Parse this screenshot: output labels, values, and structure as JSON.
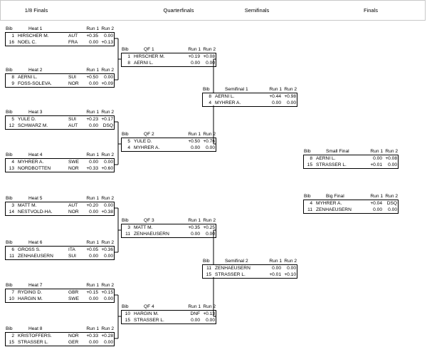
{
  "rounds": [
    "1/8 Finals",
    "Quarterfinals",
    "Semifinals",
    "Finals"
  ],
  "cols": {
    "bib": "Bib",
    "run1": "Run 1",
    "run2": "Run 2"
  },
  "heats": [
    {
      "title": "Heat 1",
      "rows": [
        {
          "bib": "1",
          "name": "HIRSCHER M.",
          "nat": "AUT",
          "r1": "+0.35",
          "r2": "0.00"
        },
        {
          "bib": "16",
          "name": "NOEL C.",
          "nat": "FRA",
          "r1": "0.00",
          "r2": "+0.13"
        }
      ]
    },
    {
      "title": "Heat 2",
      "rows": [
        {
          "bib": "8",
          "name": "AERNI L.",
          "nat": "SUI",
          "r1": "+0.50",
          "r2": "0.00"
        },
        {
          "bib": "9",
          "name": "FOSS-SOLEVA.",
          "nat": "NOR",
          "r1": "0.00",
          "r2": "+0.09"
        }
      ]
    },
    {
      "title": "Heat 3",
      "rows": [
        {
          "bib": "5",
          "name": "YULE D.",
          "nat": "SUI",
          "r1": "+0.23",
          "r2": "+0.17"
        },
        {
          "bib": "12",
          "name": "SCHWARZ M.",
          "nat": "AUT",
          "r1": "0.00",
          "r2": "DSQ"
        }
      ]
    },
    {
      "title": "Heat 4",
      "rows": [
        {
          "bib": "4",
          "name": "MYHRER A.",
          "nat": "SWE",
          "r1": "0.00",
          "r2": "0.00"
        },
        {
          "bib": "13",
          "name": "NORDBOTTEN",
          "nat": "NOR",
          "r1": "+0.33",
          "r2": "+0.60"
        }
      ]
    },
    {
      "title": "Heat 5",
      "rows": [
        {
          "bib": "3",
          "name": "MATT M.",
          "nat": "AUT",
          "r1": "+0.20",
          "r2": "0.00"
        },
        {
          "bib": "14",
          "name": "NESTVOLD-HA.",
          "nat": "NOR",
          "r1": "0.00",
          "r2": "+0.38"
        }
      ]
    },
    {
      "title": "Heat 6",
      "rows": [
        {
          "bib": "6",
          "name": "GROSS S.",
          "nat": "ITA",
          "r1": "+0.05",
          "r2": "+0.36"
        },
        {
          "bib": "11",
          "name": "ZENHAEUSERN",
          "nat": "SUI",
          "r1": "0.00",
          "r2": "0.00"
        }
      ]
    },
    {
      "title": "Heat 7",
      "rows": [
        {
          "bib": "7",
          "name": "RYDING D.",
          "nat": "GBR",
          "r1": "+0.15",
          "r2": "+0.15"
        },
        {
          "bib": "10",
          "name": "HARGIN M.",
          "nat": "SWE",
          "r1": "0.00",
          "r2": "0.00"
        }
      ]
    },
    {
      "title": "Heat 8",
      "rows": [
        {
          "bib": "2",
          "name": "KRISTOFFERS.",
          "nat": "NOR",
          "r1": "+0.33",
          "r2": "+0.28"
        },
        {
          "bib": "15",
          "name": "STRASSER L.",
          "nat": "GER",
          "r1": "0.00",
          "r2": "0.00"
        }
      ]
    }
  ],
  "quarterfinals": [
    {
      "title": "QF 1",
      "rows": [
        {
          "bib": "1",
          "name": "HIRSCHER M.",
          "r1": "+0.19",
          "r2": "+0.08"
        },
        {
          "bib": "8",
          "name": "AERNI L.",
          "r1": "0.00",
          "r2": "0.00"
        }
      ]
    },
    {
      "title": "QF 2",
      "rows": [
        {
          "bib": "5",
          "name": "YULE D.",
          "r1": "+0.50",
          "r2": "+0.76"
        },
        {
          "bib": "4",
          "name": "MYHRER A.",
          "r1": "0.00",
          "r2": "0.00"
        }
      ]
    },
    {
      "title": "QF 3",
      "rows": [
        {
          "bib": "3",
          "name": "MATT M.",
          "r1": "+0.35",
          "r2": "+0.25"
        },
        {
          "bib": "11",
          "name": "ZENHAEUSERN",
          "r1": "0.00",
          "r2": "0.00"
        }
      ]
    },
    {
      "title": "QF 4",
      "rows": [
        {
          "bib": "10",
          "name": "HARGIN M.",
          "r1": "DNF",
          "r2": "+0.13"
        },
        {
          "bib": "15",
          "name": "STRASSER L.",
          "r1": "0.00",
          "r2": "0.00"
        }
      ]
    }
  ],
  "semifinals": [
    {
      "title": "Semifinal 1",
      "rows": [
        {
          "bib": "8",
          "name": "AERNI L.",
          "r1": "+0.44",
          "r2": "+0.98"
        },
        {
          "bib": "4",
          "name": "MYHRER A.",
          "r1": "0.00",
          "r2": "0.00"
        }
      ]
    },
    {
      "title": "Semifinal 2",
      "rows": [
        {
          "bib": "11",
          "name": "ZENHAEUSERN",
          "r1": "0.00",
          "r2": "0.00"
        },
        {
          "bib": "15",
          "name": "STRASSER L.",
          "r1": "+0.01",
          "r2": "+0.10"
        }
      ]
    }
  ],
  "finals": [
    {
      "title": "Small Final",
      "rows": [
        {
          "bib": "8",
          "name": "AERNI L.",
          "r1": "0.00",
          "r2": "+0.08"
        },
        {
          "bib": "15",
          "name": "STRASSER L.",
          "r1": "+0.01",
          "r2": "0.00"
        }
      ]
    },
    {
      "title": "Big Final",
      "rows": [
        {
          "bib": "4",
          "name": "MYHRER A.",
          "r1": "+0.04",
          "r2": "DSQ"
        },
        {
          "bib": "11",
          "name": "ZENHAEUSERN",
          "r1": "0.00",
          "r2": "0.00"
        }
      ]
    }
  ]
}
